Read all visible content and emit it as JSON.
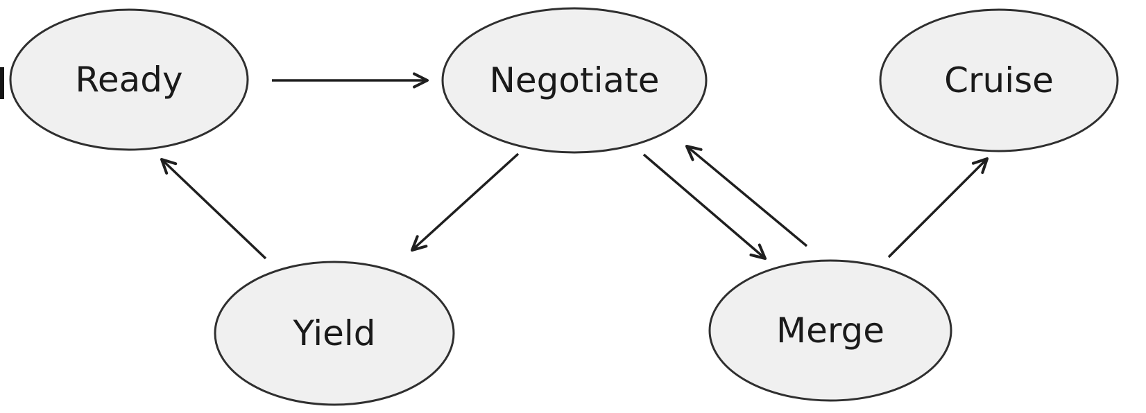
{
  "diagram": {
    "type": "state-diagram",
    "background_color": "#ffffff",
    "node_fill_color": "#f0f0f0",
    "node_stroke_color": "#2f2f2f",
    "label_color": "#1a1a1a",
    "arrow_color": "#1f1f1f",
    "nodes": [
      {
        "id": "ready",
        "label": "Ready"
      },
      {
        "id": "negotiate",
        "label": "Negotiate"
      },
      {
        "id": "cruise",
        "label": "Cruise"
      },
      {
        "id": "yield",
        "label": "Yield"
      },
      {
        "id": "merge",
        "label": "Merge"
      }
    ],
    "edges": [
      {
        "from": "ready",
        "to": "negotiate",
        "arrowhead_at": "negotiate"
      },
      {
        "from": "negotiate",
        "to": "yield",
        "arrowhead_at": "yield"
      },
      {
        "from": "yield",
        "to": "ready",
        "arrowhead_at": "ready"
      },
      {
        "from": "negotiate",
        "to": "merge",
        "arrowhead_at": "merge"
      },
      {
        "from": "merge",
        "to": "negotiate",
        "arrowhead_at": "negotiate"
      },
      {
        "from": "merge",
        "to": "cruise",
        "arrowhead_at": "cruise"
      }
    ]
  }
}
